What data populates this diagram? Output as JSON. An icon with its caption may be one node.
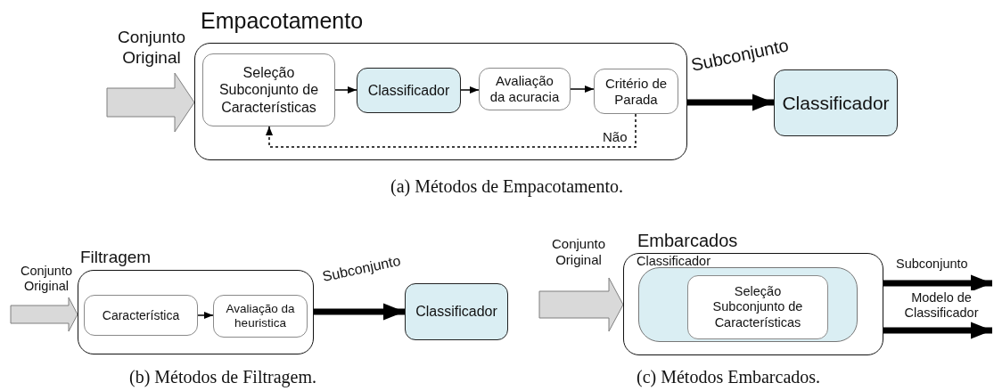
{
  "diagram": {
    "nodes": [
      {
        "text": [
          "Conjunto Original"
        ]
      },
      {
        "text": [
          "Empacotamento"
        ]
      },
      {
        "text": [
          "Seleção Subconjunto de Características"
        ],
        "in": 1
      },
      {
        "text": [
          "Classificador"
        ],
        "in": 1
      },
      {
        "text": [
          "Avaliação da acuracia"
        ],
        "in": 1
      },
      {
        "text": [
          "Critério de Parada"
        ],
        "in": 1
      },
      {
        "text": [
          "Classificador"
        ]
      },
      {
        "text": [
          "Conjunto Original"
        ]
      },
      {
        "text": [
          "Filtragem"
        ]
      },
      {
        "text": [
          "Característica"
        ],
        "in": 8
      },
      {
        "text": [
          "Avaliação da heuristica"
        ],
        "in": 8
      },
      {
        "text": [
          "Classificador"
        ]
      },
      {
        "text": [
          "Conjunto Original"
        ]
      },
      {
        "text": [
          "Embarcados"
        ]
      },
      {
        "text": [
          "Classificador"
        ],
        "in": 13
      },
      {
        "text": [
          "Seleção Subconjunto de Características"
        ],
        "in": 14
      }
    ],
    "edges": [
      {
        "from": 0,
        "to": 1,
        "arrow": "to",
        "style": "thick",
        "color": "#d9d9d9"
      },
      {
        "from": 2,
        "to": 3,
        "arrow": "to"
      },
      {
        "from": 3,
        "to": 4,
        "arrow": "to"
      },
      {
        "from": 4,
        "to": 5,
        "arrow": "to"
      },
      {
        "from": 5,
        "to": 2,
        "arrow": "to",
        "style": "dashed",
        "label": "Não"
      },
      {
        "from": 1,
        "to": 6,
        "arrow": "to",
        "style": "thick",
        "label": "Subconjunto"
      },
      {
        "from": 7,
        "to": 8,
        "arrow": "to",
        "style": "thick",
        "color": "#d9d9d9"
      },
      {
        "from": 9,
        "to": 10,
        "arrow": "to"
      },
      {
        "from": 8,
        "to": 11,
        "arrow": "to",
        "style": "thick",
        "label": "Subconjunto"
      },
      {
        "from": 12,
        "to": 13,
        "arrow": "to",
        "style": "thick",
        "color": "#d9d9d9"
      },
      {
        "from": 13,
        "to": null,
        "arrow": "to",
        "style": "thick",
        "label": "Subconjunto"
      },
      {
        "from": 13,
        "to": null,
        "arrow": "to",
        "style": "thick",
        "label": "Modelo de Classificador"
      }
    ],
    "labels": [
      "(a) Métodos de Empacotamento.",
      "(b) Métodos de Filtragem.",
      "(c) Métodos Embarcados."
    ]
  }
}
